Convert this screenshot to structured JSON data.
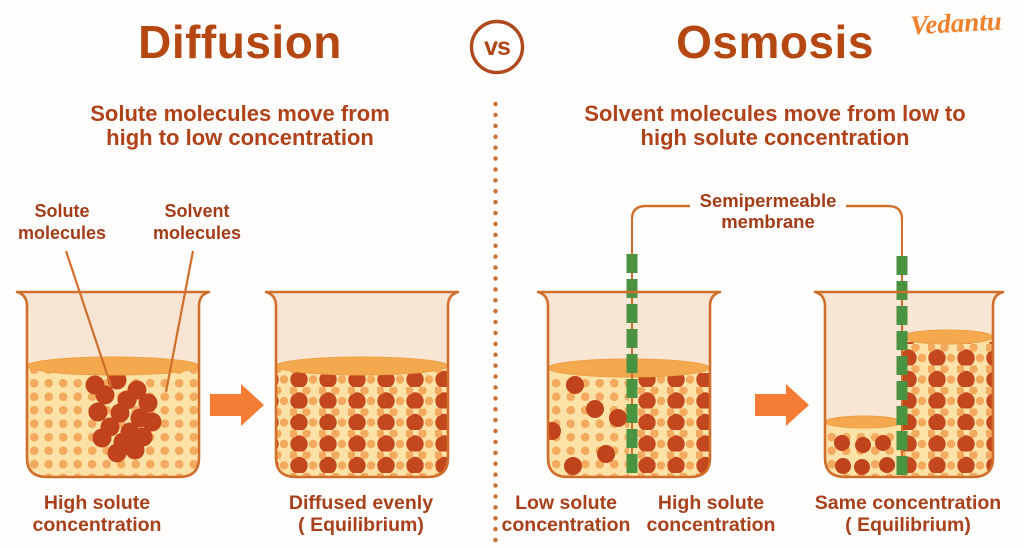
{
  "brand": "Vedantu",
  "vs_badge": "vs",
  "diffusion": {
    "title": "Diffusion",
    "subtitle_line1": "Solute molecules move from",
    "subtitle_line2": "high to low concentration",
    "solute_label_line1": "Solute",
    "solute_label_line2": "molecules",
    "solvent_label_line1": "Solvent",
    "solvent_label_line2": "molecules",
    "beaker1_caption_line1": "High solute",
    "beaker1_caption_line2": "concentration",
    "beaker2_caption_line1": "Diffused evenly",
    "beaker2_caption_line2": "( Equilibrium)"
  },
  "osmosis": {
    "title": "Osmosis",
    "subtitle_line1": "Solvent molecules move from low to",
    "subtitle_line2": "high solute concentration",
    "membrane_label_line1": "Semipermeable",
    "membrane_label_line2": "membrane",
    "beaker1_left_caption_line1": "Low solute",
    "beaker1_left_caption_line2": "concentration",
    "beaker1_right_caption_line1": "High solute",
    "beaker1_right_caption_line2": "concentration",
    "beaker2_caption_line1": "Same concentration",
    "beaker2_caption_line2": "( Equilibrium)"
  },
  "colors": {
    "title_text": "#b54712",
    "body_text": "#a8411b",
    "beaker_outline": "#d06e2b",
    "beaker_interior": "#f9e5d4",
    "liquid": "#fce2a6",
    "liquid_surface": "#f4a94e",
    "solvent_dot": "#f3aa5e",
    "solute_dot": "#c4481d",
    "membrane_green": "#4a9441",
    "arrow": "#f57c35",
    "divider_dots": "#ca7031",
    "brand_orange": "#ee8029"
  }
}
